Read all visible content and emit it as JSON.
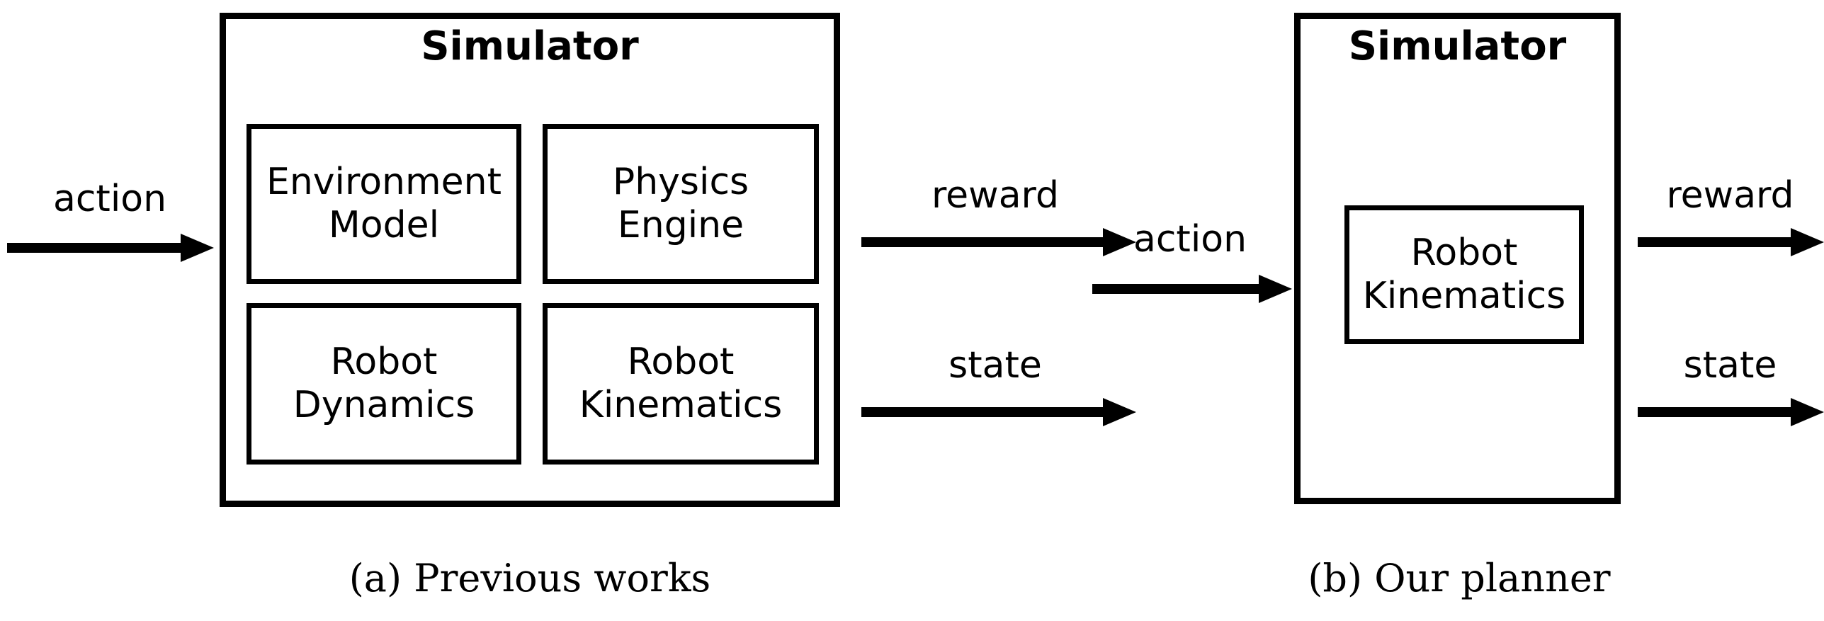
{
  "figure": {
    "background_color": "#ffffff",
    "stroke_color": "#000000"
  },
  "panels": [
    {
      "id": "previous-works",
      "title": "Simulator",
      "caption": "(a) Previous works",
      "modules": [
        "Environment Model",
        "Physics Engine",
        "Robot Dynamics",
        "Robot Kinematics"
      ],
      "module_lines": [
        [
          "Environment",
          "Model"
        ],
        [
          "Physics",
          "Engine"
        ],
        [
          "Robot",
          "Dynamics"
        ],
        [
          "Robot",
          "Kinematics"
        ]
      ],
      "input_labels": [
        "action"
      ],
      "output_labels": [
        "reward",
        "state"
      ]
    },
    {
      "id": "our-planner",
      "title": "Simulator",
      "caption": "(b) Our planner",
      "modules": [
        "Robot Kinematics"
      ],
      "module_lines": [
        [
          "Robot",
          "Kinematics"
        ]
      ],
      "input_labels": [
        "action"
      ],
      "output_labels": [
        "reward",
        "state"
      ]
    }
  ],
  "labels": {
    "action_a": "action",
    "reward_a": "reward",
    "state_a": "state",
    "action_b": "action",
    "reward_b": "reward",
    "state_b": "state",
    "simulator_a": "Simulator",
    "simulator_b": "Simulator",
    "env_model_l1": "Environment",
    "env_model_l2": "Model",
    "physics_l1": "Physics",
    "physics_l2": "Engine",
    "dynamics_l1": "Robot",
    "dynamics_l2": "Dynamics",
    "kinematics_a_l1": "Robot",
    "kinematics_a_l2": "Kinematics",
    "kinematics_b_l1": "Robot",
    "kinematics_b_l2": "Kinematics",
    "caption_a": "(a) Previous works",
    "caption_b": "(b) Our planner"
  }
}
